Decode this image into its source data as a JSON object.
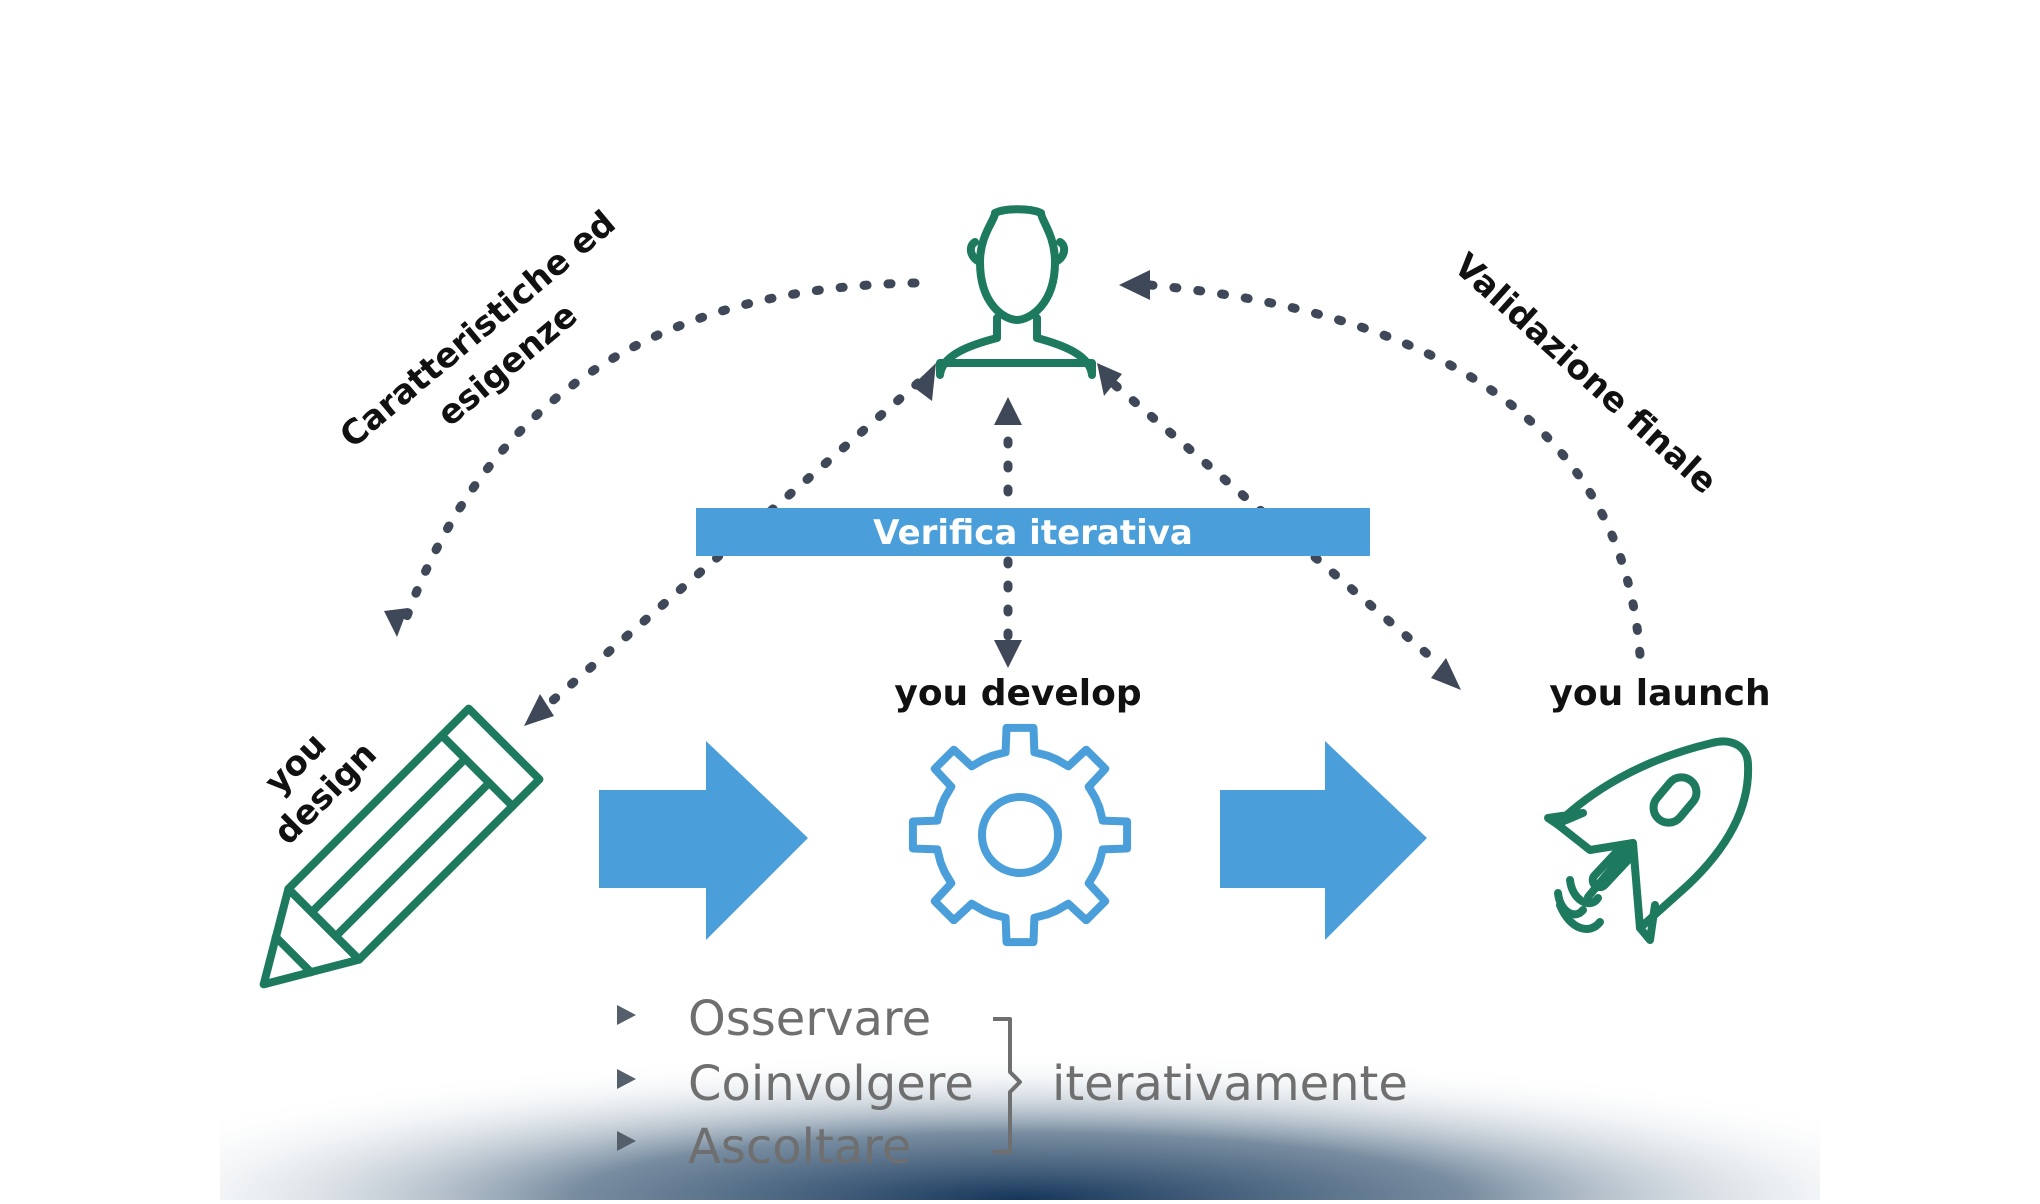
{
  "top_left_label_line1": "Caratteristiche ed",
  "top_left_label_line2": "esigenze",
  "top_right_label": "Validazione finale",
  "banner": {
    "label": "Verifica iterativa"
  },
  "stages": {
    "design": {
      "line1": "you",
      "line2": "design"
    },
    "develop": {
      "label": "you develop"
    },
    "launch": {
      "label": "you launch"
    }
  },
  "practices": {
    "items": [
      "Osservare",
      "Coinvolgere",
      "Ascoltare"
    ],
    "bracket_label": "iterativamente"
  },
  "colors": {
    "icon_green": "#1e7a5f",
    "accent_blue": "#4a9fda",
    "dotted_arrow": "#3e4858",
    "bottom_shade": "#183a5e"
  }
}
